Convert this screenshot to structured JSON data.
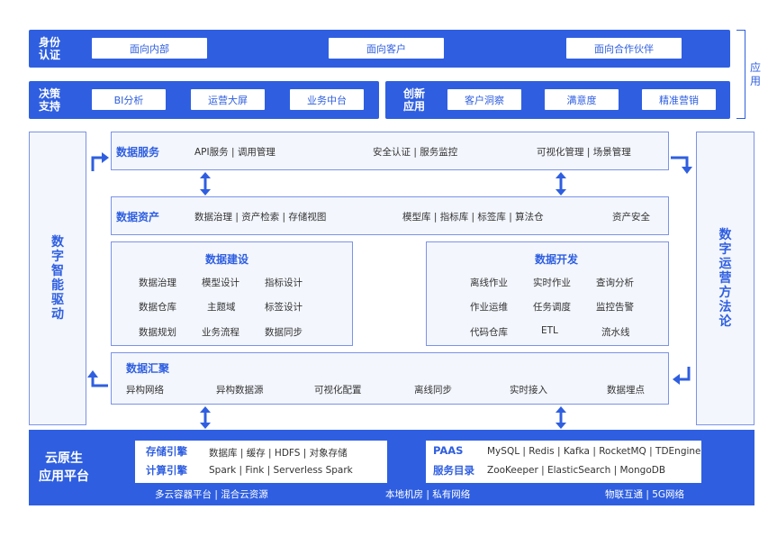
{
  "row1": {
    "label": "身份\n认证",
    "items": [
      "面向内部",
      "面向客户",
      "面向合作伙伴"
    ]
  },
  "row2": {
    "left_label": "决策\n支持",
    "left_items": [
      "BI分析",
      "运营大屏",
      "业务中台"
    ],
    "right_label": "创新\n应用",
    "right_items": [
      "客户洞察",
      "满意度",
      "精准营销"
    ]
  },
  "app_bracket_label": "应\n用",
  "left_column": "数字智能驱动",
  "right_column": "数字运营方法论",
  "data_service": {
    "title": "数据服务",
    "items": [
      "API服务 | 调用管理",
      "安全认证 | 服务监控",
      "可视化管理 | 场景管理"
    ]
  },
  "data_asset": {
    "title": "数据资产",
    "items": [
      "数据治理 | 资产检索 | 存储视图",
      "模型库 | 指标库 | 标签库 | 算法仓",
      "资产安全"
    ]
  },
  "data_build": {
    "title": "数据建设",
    "grid": [
      [
        "数据治理",
        "模型设计",
        "指标设计"
      ],
      [
        "数据仓库",
        "主题域",
        "标签设计"
      ],
      [
        "数据规划",
        "业务流程",
        "数据同步"
      ]
    ]
  },
  "data_dev": {
    "title": "数据开发",
    "grid": [
      [
        "离线作业",
        "实时作业",
        "查询分析"
      ],
      [
        "作业运维",
        "任务调度",
        "监控告警"
      ],
      [
        "代码仓库",
        "ETL",
        "流水线"
      ]
    ]
  },
  "data_gather": {
    "title": "数据汇聚",
    "items": [
      "异构网络",
      "异构数据源",
      "可视化配置",
      "离线同步",
      "实时接入",
      "数据埋点"
    ]
  },
  "cloud": {
    "title": "云原生\n应用平台",
    "storage_label": "存储引擎",
    "storage_text": "数据库 | 缓存 | HDFS | 对象存储",
    "compute_label": "计算引擎",
    "compute_text": "Spark | Fink | Serverless Spark",
    "paas_label": "PAAS",
    "paas_text": "MySQL | Redis | Kafka | RocketMQ | TDEngine",
    "catalog_label": "服务目录",
    "catalog_text": "ZooKeeper | ElasticSearch | MongoDB",
    "footer": [
      "多云容器平台 | 混合云资源",
      "本地机房 | 私有网络",
      "物联互通 | 5G网络"
    ]
  },
  "colors": {
    "primary": "#2f5fe0",
    "border": "#7b93e8",
    "panel_bg": "#f3f6fd"
  }
}
